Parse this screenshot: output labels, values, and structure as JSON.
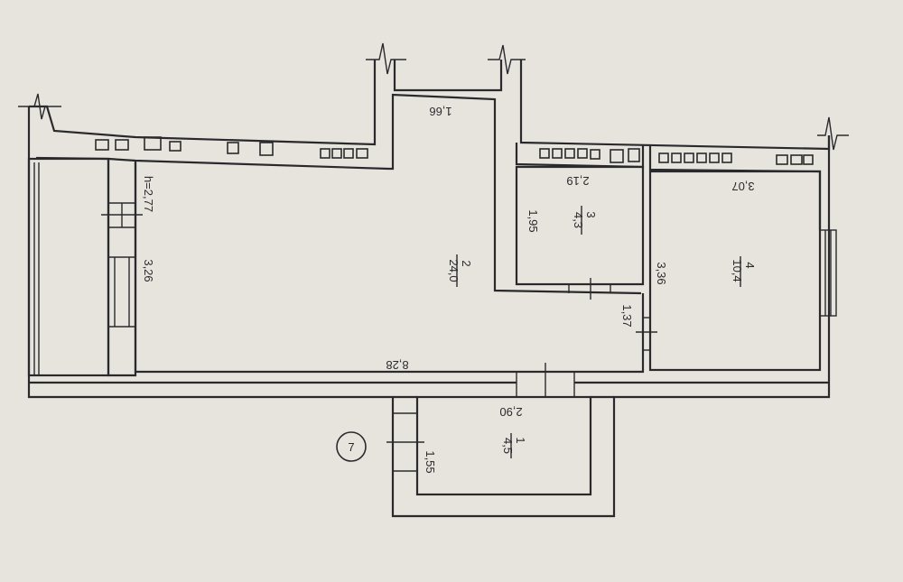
{
  "plan": {
    "marker": "7",
    "height_note": "h=2,77",
    "rooms": [
      {
        "number": "2",
        "area": "24,0"
      },
      {
        "number": "3",
        "area": "4,3"
      },
      {
        "number": "4",
        "area": "10,4"
      },
      {
        "number": "1",
        "area": "4,5"
      }
    ],
    "dimensions": {
      "top_corridor": "1,66",
      "room3_width": "2,19",
      "room3_height": "1,95",
      "room4_width": "3,07",
      "room4_height": "3,36",
      "room2_height": "3,26",
      "room2_length": "8,28",
      "passage": "1,37",
      "room1_width": "2,90",
      "room1_height": "1,55"
    }
  }
}
